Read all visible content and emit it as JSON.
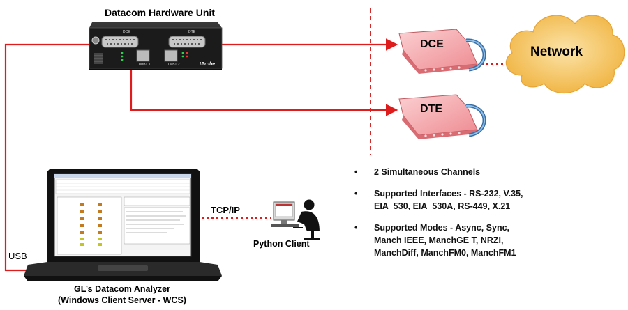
{
  "hardware": {
    "title": "Datacom Hardware Unit",
    "port_left": "DCE",
    "port_right": "DTE",
    "port_left_sub": "TMB1 1",
    "port_right_sub": "TMB1 2",
    "brand": "tProbe"
  },
  "devices": {
    "dce": "DCE",
    "dte": "DTE"
  },
  "network": {
    "label": "Network"
  },
  "connections": {
    "usb": "USB",
    "tcpip": "TCP/IP"
  },
  "python_client": {
    "label": "Python Client"
  },
  "analyzer": {
    "line1": "GL’s Datacom Analyzer",
    "line2": "(Windows Client Server - WCS)"
  },
  "bullets": [
    {
      "lines": [
        "2 Simultaneous Channels"
      ]
    },
    {
      "lines": [
        "Supported Interfaces - RS-232, V.35,",
        "EIA_530, EIA_530A, RS-449, X.21"
      ]
    },
    {
      "lines": [
        "Supported Modes - Async, Sync,",
        "Manch IEEE, ManchGE T, NRZI,",
        "ManchDiff, ManchFM0, ManchFM1"
      ]
    }
  ],
  "colors": {
    "link": "#e01b1b",
    "device": "#f4a3a7",
    "cloud": "#f5c36a",
    "divider": "#d42a2a"
  }
}
